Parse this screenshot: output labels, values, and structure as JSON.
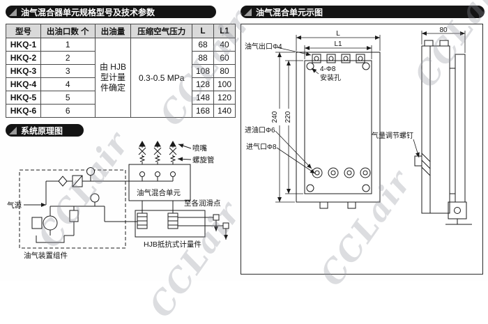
{
  "page": {
    "watermark": "CCLair"
  },
  "spec_section": {
    "title": "油气混合器单元规格型号及技术参数",
    "table": {
      "headers": [
        "型号",
        "出油口数 个",
        "出油量",
        "压缩空气压力",
        "L",
        "L1"
      ],
      "oil_output": "由 HJB\n型计量\n件确定",
      "pressure": "0.3-0.5 MPa",
      "rows": [
        {
          "model": "HKQ-1",
          "outlets": "1",
          "L": "68",
          "L1": "40"
        },
        {
          "model": "HKQ-2",
          "outlets": "2",
          "L": "88",
          "L1": "60"
        },
        {
          "model": "HKQ-3",
          "outlets": "3",
          "L": "108",
          "L1": "80"
        },
        {
          "model": "HKQ-4",
          "outlets": "4",
          "L": "128",
          "L1": "100"
        },
        {
          "model": "HKQ-5",
          "outlets": "5",
          "L": "148",
          "L1": "120"
        },
        {
          "model": "HKQ-6",
          "outlets": "6",
          "L": "168",
          "L1": "140"
        }
      ]
    }
  },
  "schematic_section": {
    "title": "系统原理图",
    "labels": {
      "air_source": "气源",
      "nozzle": "喷嘴",
      "spiral_tube": "螺旋管",
      "mixing_unit": "油气混合单元",
      "to_lube_points": "至各润滑点",
      "metering_part": "HJB抵抗式计量件",
      "device_assembly": "油气装置组件"
    }
  },
  "diagram_section": {
    "title": "油气混合单元示图",
    "labels": {
      "oil_gas_outlet": "油气出口Φ4",
      "dim_L": "L",
      "dim_L1": "L1",
      "dim_80": "80",
      "mount_holes_line1": "4-Φ8",
      "mount_holes_line2": "安装孔",
      "dim_240": "240",
      "dim_220": "220",
      "oil_inlet": "进油口Φ6",
      "air_inlet": "进气口Φ8",
      "adjust_screw": "气量调节螺钉"
    }
  }
}
